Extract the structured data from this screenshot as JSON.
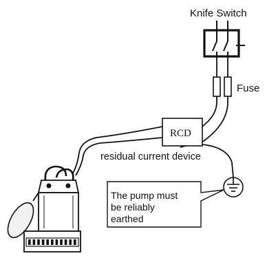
{
  "labels": {
    "knife_switch": "Knife Switch",
    "fuse": "Fuse",
    "rcd": "RCD",
    "residual_current_device": "residual current device",
    "pump_note_line1": "The pump must",
    "pump_note_line2": "be reliably",
    "pump_note_line3": "earthed"
  },
  "icons": {
    "earth_symbol": "earth-ground-icon",
    "float_switch": "float-switch-icon",
    "pump": "submersible-pump-icon"
  },
  "colors": {
    "line": "#111111",
    "background": "#ffffff"
  }
}
